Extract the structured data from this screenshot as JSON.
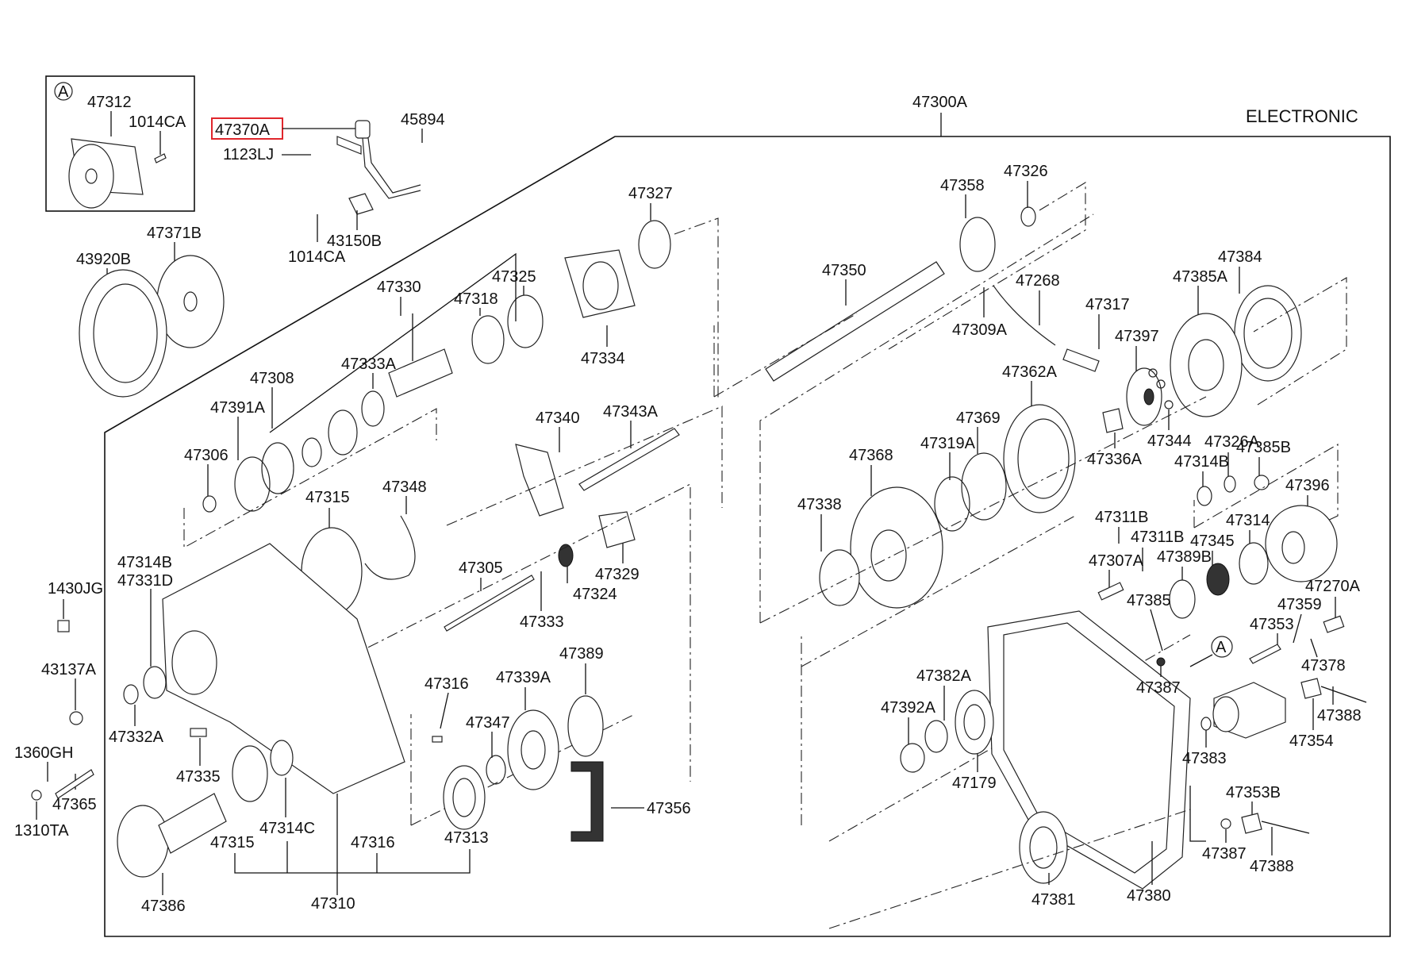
{
  "diagram": {
    "title": "ELECTRONIC",
    "assembly_label": "47300A",
    "highlighted_part": "47370A",
    "highlight_color": "#e0262c",
    "inset": {
      "marker": "A",
      "labels": [
        "47312",
        "1014CA"
      ]
    },
    "ref_marker": "A",
    "labels": {
      "p47370A": "47370A",
      "p1123LJ": "1123LJ",
      "p45894": "45894",
      "p1014CA_b": "1014CA",
      "p43150B": "43150B",
      "p47371B": "47371B",
      "p43920B": "43920B",
      "p47327": "47327",
      "p47325": "47325",
      "p47318": "47318",
      "p47330": "47330",
      "p47334": "47334",
      "p47333A": "47333A",
      "p47308": "47308",
      "p47391A": "47391A",
      "p47306": "47306",
      "p47340": "47340",
      "p47343A": "47343A",
      "p47315a": "47315",
      "p47348": "47348",
      "p47314B_a": "47314B",
      "p47331D": "47331D",
      "p1430JG": "1430JG",
      "p43137A": "43137A",
      "p47332A": "47332A",
      "p1360GH": "1360GH",
      "p47365": "47365",
      "p1310TA": "1310TA",
      "p47335": "47335",
      "p47305": "47305",
      "p47324": "47324",
      "p47333": "47333",
      "p47329": "47329",
      "p47316a": "47316",
      "p47389": "47389",
      "p47339A": "47339A",
      "p47347": "47347",
      "p47314C": "47314C",
      "p47315b": "47315",
      "p47316b": "47316",
      "p47313": "47313",
      "p47356": "47356",
      "p47386": "47386",
      "p47310": "47310",
      "p47358": "47358",
      "p47326": "47326",
      "p47350": "47350",
      "p47268": "47268",
      "p47309A": "47309A",
      "p47317": "47317",
      "p47384": "47384",
      "p47385A": "47385A",
      "p47397": "47397",
      "p47362A": "47362A",
      "p47369": "47369",
      "p47319A": "47319A",
      "p47368": "47368",
      "p47338": "47338",
      "p47336A": "47336A",
      "p47344": "47344",
      "p47385B": "47385B",
      "p47326A": "47326A",
      "p47314B_b": "47314B",
      "p47396": "47396",
      "p47314": "47314",
      "p47345": "47345",
      "p47311B_a": "47311B",
      "p47311B_b": "47311B",
      "p47307A": "47307A",
      "p47389B": "47389B",
      "p47385": "47385",
      "p47270A": "47270A",
      "p47359": "47359",
      "p47353": "47353",
      "p47378": "47378",
      "p47387a": "47387",
      "p47388a": "47388",
      "p47354": "47354",
      "p47383": "47383",
      "p47382A": "47382A",
      "p47392A": "47392A",
      "p47179": "47179",
      "p47353B": "47353B",
      "p47387b": "47387",
      "p47388b": "47388",
      "p47381": "47381",
      "p47380": "47380"
    }
  }
}
